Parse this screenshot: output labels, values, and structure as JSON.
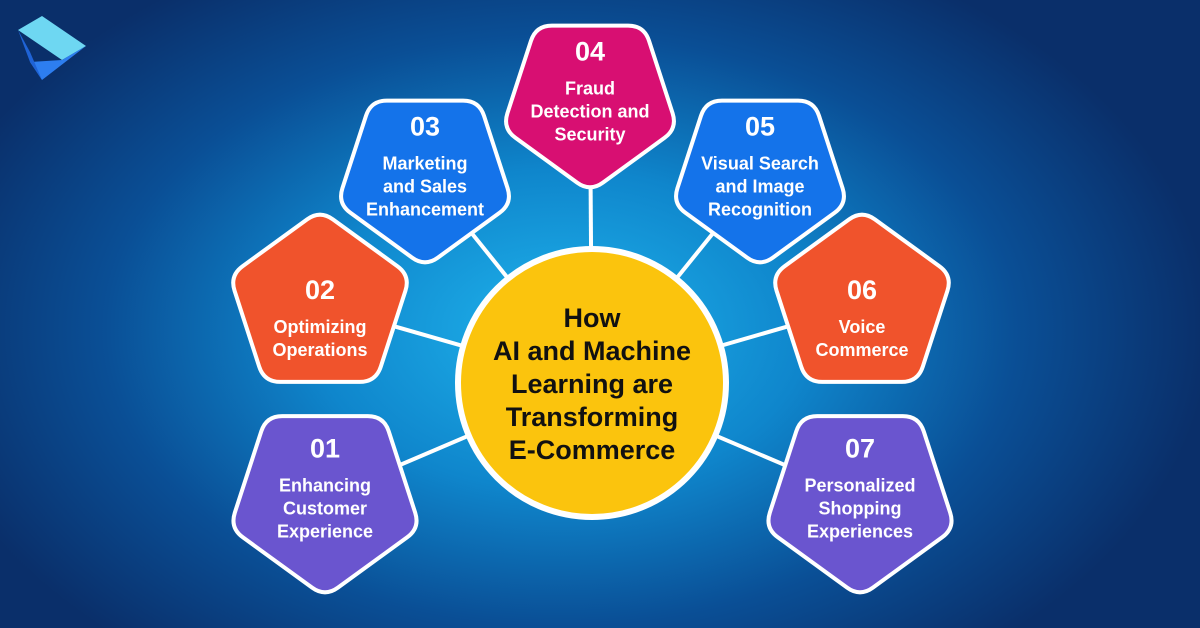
{
  "center": {
    "lines": [
      "How",
      "AI and Machine",
      "Learning are",
      "Transforming",
      "E-Commerce"
    ],
    "color": "#fbc40d"
  },
  "items": [
    {
      "number": "01",
      "lines": [
        "Enhancing",
        "Customer",
        "Experience"
      ],
      "color": "#6a55cf"
    },
    {
      "number": "02",
      "lines": [
        "Optimizing",
        "Operations"
      ],
      "color": "#f0532c"
    },
    {
      "number": "03",
      "lines": [
        "Marketing",
        "and Sales",
        "Enhancement"
      ],
      "color": "#1473ea"
    },
    {
      "number": "04",
      "lines": [
        "Fraud",
        "Detection and",
        "Security"
      ],
      "color": "#d80f72"
    },
    {
      "number": "05",
      "lines": [
        "Visual Search",
        "and Image",
        "Recognition"
      ],
      "color": "#1473ea"
    },
    {
      "number": "06",
      "lines": [
        "Voice",
        "Commerce"
      ],
      "color": "#f0532c"
    },
    {
      "number": "07",
      "lines": [
        "Personalized",
        "Shopping",
        "Experiences"
      ],
      "color": "#6a55cf"
    }
  ],
  "logo_icon": "play-chevron-logo-icon",
  "colors": {
    "background": "#0f86cc",
    "stroke": "#ffffff",
    "connector": "#ffffff"
  }
}
